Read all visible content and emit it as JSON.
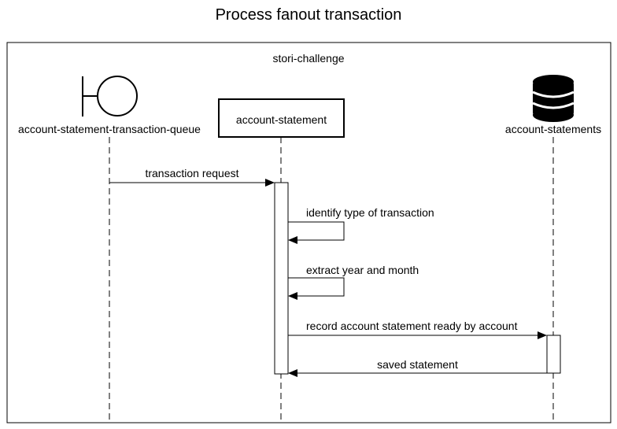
{
  "title": "Process fanout transaction",
  "frame": {
    "label": "stori-challenge"
  },
  "participants": [
    {
      "name": "account-statement-transaction-queue",
      "kind": "boundary",
      "icon": "boundary-icon"
    },
    {
      "name": "account-statement",
      "kind": "box"
    },
    {
      "name": "account-statements",
      "kind": "database",
      "icon": "database-icon"
    }
  ],
  "messages": [
    {
      "label": "transaction request",
      "from": "account-statement-transaction-queue",
      "to": "account-statement",
      "type": "sync"
    },
    {
      "label": "identify type of transaction",
      "from": "account-statement",
      "to": "account-statement",
      "type": "self"
    },
    {
      "label": "extract year and month",
      "from": "account-statement",
      "to": "account-statement",
      "type": "self"
    },
    {
      "label": "record account statement ready by account",
      "from": "account-statement",
      "to": "account-statements",
      "type": "sync"
    },
    {
      "label": "saved statement",
      "from": "account-statements",
      "to": "account-statement",
      "type": "return"
    }
  ],
  "colors": {
    "line": "#000000",
    "background": "#ffffff"
  }
}
